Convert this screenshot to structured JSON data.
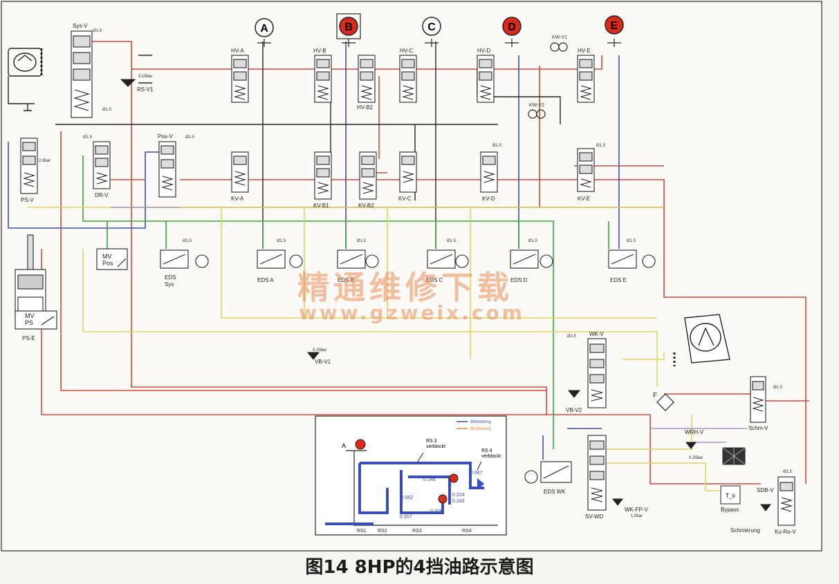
{
  "caption": "图14 8HP的4挡油路示意图",
  "watermark": {
    "text_cn": "精通维修下载",
    "text_url": "www.gzweix.com"
  },
  "colors": {
    "red": "#d9473c",
    "blue": "#3a4fb5",
    "green": "#3aa53a",
    "yellow": "#e0d45a",
    "black": "#222222",
    "grey": "#8a8a8a",
    "purple": "#9c7bc4",
    "brake_fill": "#d92a1c"
  },
  "clutch_nodes": [
    {
      "id": "A",
      "label": "A",
      "active": false
    },
    {
      "id": "B",
      "label": "B",
      "active": true
    },
    {
      "id": "C",
      "label": "C",
      "active": false
    },
    {
      "id": "D",
      "label": "D",
      "active": true
    },
    {
      "id": "E",
      "label": "E",
      "active": true
    }
  ],
  "valves_top": [
    {
      "id": "sys_v",
      "label": "Sys-V"
    },
    {
      "id": "hv_a",
      "label": "HV-A"
    },
    {
      "id": "hv_b",
      "label": "HV-B"
    },
    {
      "id": "hv_b2",
      "label": "HV-B2"
    },
    {
      "id": "hv_c",
      "label": "HV-C"
    },
    {
      "id": "hv_d",
      "label": "HV-D"
    },
    {
      "id": "hv_e",
      "label": "HV-E"
    }
  ],
  "valves_mid": [
    {
      "id": "ps_v",
      "label": "PS-V"
    },
    {
      "id": "dr_v",
      "label": "DR-V"
    },
    {
      "id": "pos_v",
      "label": "Pos-V"
    },
    {
      "id": "kv_a",
      "label": "KV-A"
    },
    {
      "id": "kv_b1",
      "label": "KV-B1"
    },
    {
      "id": "kv_b2",
      "label": "KV-B2"
    },
    {
      "id": "kv_c",
      "label": "KV-C"
    },
    {
      "id": "kv_d",
      "label": "KV-D"
    },
    {
      "id": "kv_e",
      "label": "KV-E"
    }
  ],
  "solenoids": [
    {
      "id": "eds_sys",
      "label": "EDS\nSys"
    },
    {
      "id": "eds_a",
      "label": "EDS A"
    },
    {
      "id": "eds_b",
      "label": "EDS B"
    },
    {
      "id": "eds_c",
      "label": "EDS C"
    },
    {
      "id": "eds_d",
      "label": "EDS D"
    },
    {
      "id": "eds_e",
      "label": "EDS E"
    }
  ],
  "other_labels": {
    "rs_v1": "RS-V1",
    "rs_v1_bar": "3.15bar",
    "mv_pos": "MV\nPos",
    "mv_ps": "MV\nPS",
    "ps_e": "PS-E",
    "vb_v1": "VB-V1",
    "vb_v1_bar": "0.25bar",
    "wk_v": "WK-V",
    "vb_v2": "VB-V2",
    "filter": "F",
    "schm_v": "Schm-V",
    "sv_wd": "SV-WD",
    "eds_wk": "EDS WK",
    "wk_fp_v": "WK-FP-V",
    "wk_fp_bar": "1.0bar",
    "wrh_v": "WRH-V",
    "wrh_bar": "0.25bar",
    "bypass": "Bypass",
    "t_box": "T_ö",
    "schmierung": "Schmierung",
    "sdb_v": "SDB-V",
    "ku_ro_v": "Ku-Ro-V",
    "kw_v1": "KW-V1",
    "kw_v2": "KW-V2",
    "orifice": "Ø1.5",
    "ps_v_bar": "2.8bar"
  },
  "inset": {
    "legend_work": "Wirkleitung",
    "legend_brake": "Bindleitung",
    "node_a": "A",
    "rs3_blocked": "RS 3\nverblockt",
    "rs4_blocked": "RS 4\nverblockt",
    "values": [
      "0.146",
      "0.224",
      "0.243",
      "0.308",
      "0.357",
      "0.667",
      "0.662"
    ],
    "stations": [
      "RS1",
      "RS2",
      "RS3",
      "RS4"
    ]
  }
}
